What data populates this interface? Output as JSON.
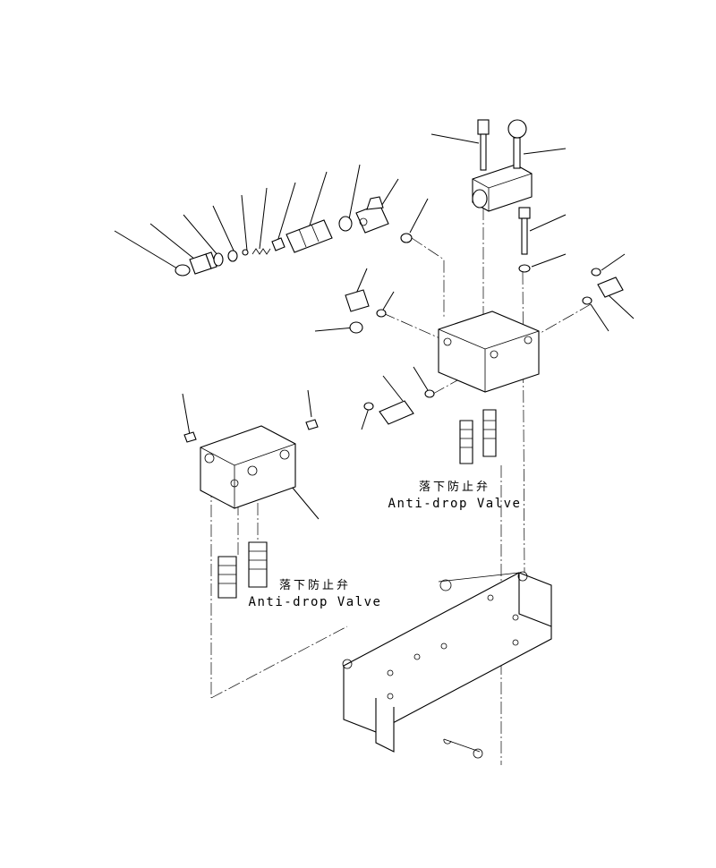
{
  "callouts": [
    {
      "id": "valve-top",
      "cn": "落下防止弁",
      "en": "Anti-drop Valve"
    },
    {
      "id": "valve-bottom",
      "cn": "落下防止弁",
      "en": "Anti-drop Valve"
    }
  ]
}
